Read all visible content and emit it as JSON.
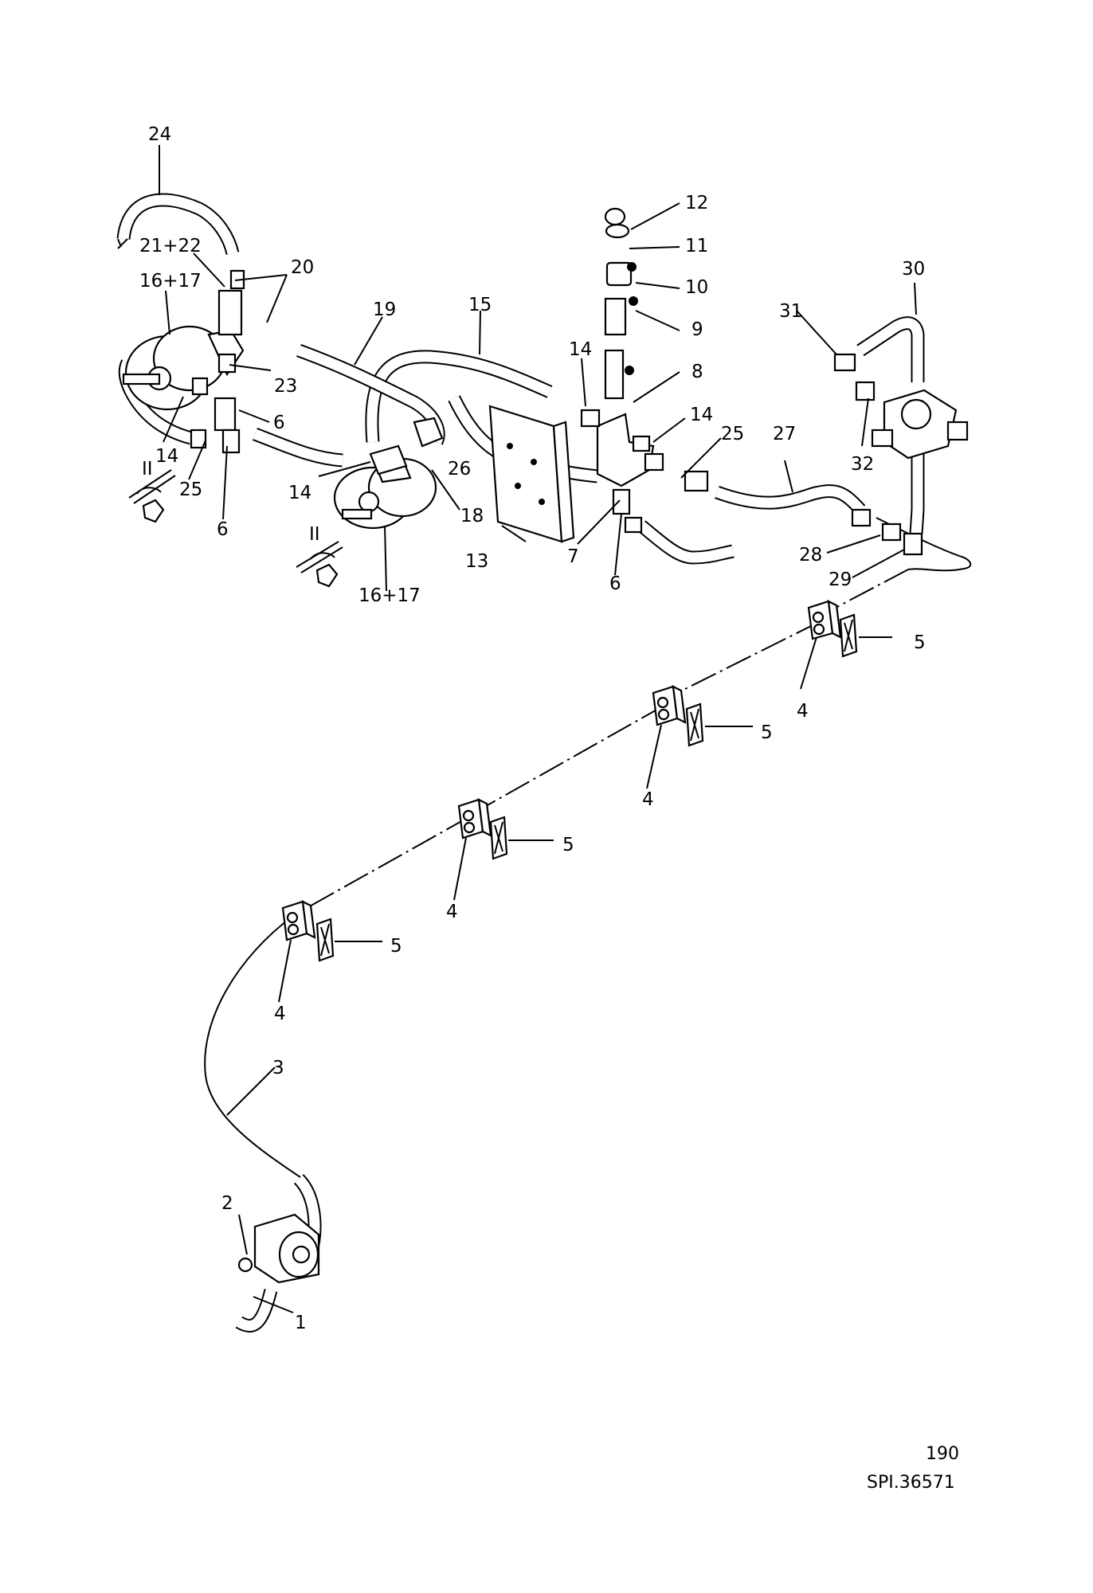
{
  "callouts": {
    "c1": "1",
    "c2": "2",
    "c3": "3",
    "c4a": "4",
    "c4b": "4",
    "c4c": "4",
    "c4d": "4",
    "c5a": "5",
    "c5b": "5",
    "c5c": "5",
    "c5d": "5",
    "c6a": "6",
    "c6b": "6",
    "c6c": "6",
    "c7": "7",
    "c8": "8",
    "c9": "9",
    "c10": "10",
    "c11": "11",
    "c12": "12",
    "c13": "13",
    "c14a": "14",
    "c14b": "14",
    "c14c": "14",
    "c14d": "14",
    "c15": "15",
    "c16a": "16+17",
    "c16b": "16+17",
    "c18": "18",
    "c19": "19",
    "c20": "20",
    "c21": "21+22",
    "c23": "23",
    "c24": "24",
    "c25a": "25",
    "c25b": "25",
    "c26": "26",
    "c27": "27",
    "c28": "28",
    "c29": "29",
    "c30": "30",
    "c31": "31",
    "c32": "32",
    "pinA": "II",
    "pinB": "II"
  },
  "page_number": "190",
  "reference_code": "SPI.36571"
}
